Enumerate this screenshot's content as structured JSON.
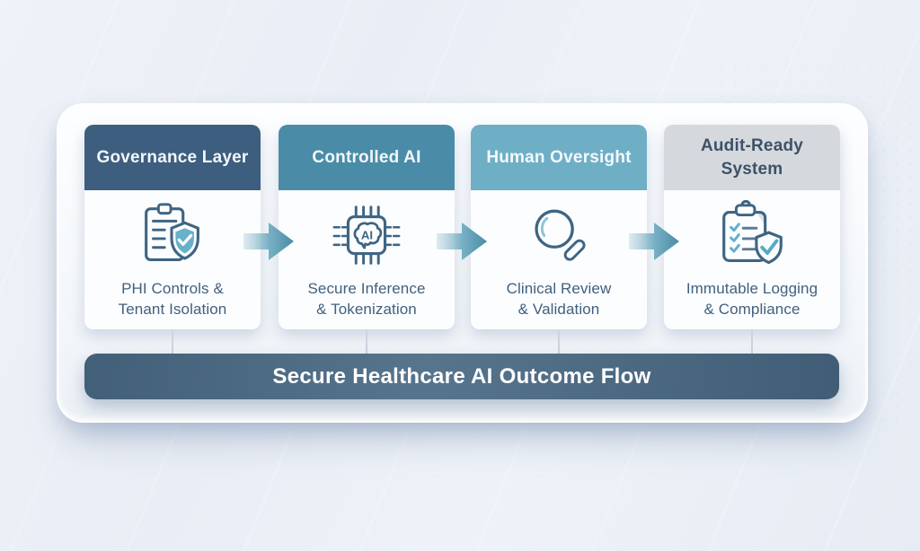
{
  "diagram": {
    "flow_title": "Secure Healthcare AI Outcome Flow",
    "bar_bg": "#4a6a84",
    "bar_fg": "#ffffff",
    "cards": [
      {
        "label": "Governance Layer",
        "caption_line1": "PHI Controls &",
        "caption_line2": "Tenant Isolation",
        "icon": "clipboard-shield-check-icon",
        "header_bg": "#3d5e7e",
        "header_fg": "#f2f7fa"
      },
      {
        "label": "Controlled AI",
        "caption_line1": "Secure Inference",
        "caption_line2": "& Tokenization",
        "icon": "ai-chip-icon",
        "header_bg": "#4a8ca8",
        "header_fg": "#f2f7fa"
      },
      {
        "label": "Human Oversight",
        "caption_line1": "Clinical Review",
        "caption_line2": "& Validation",
        "icon": "magnifier-icon",
        "header_bg": "#6fafc6",
        "header_fg": "#f4f9fb"
      },
      {
        "label": "Audit-Ready System",
        "caption_line1": "Immutable Logging",
        "caption_line2": "& Compliance",
        "icon": "checklist-shield-icon",
        "header_bg": "#d5d9dd",
        "header_fg": "#3d5168"
      }
    ],
    "colors": {
      "arrow_teal": "#4a8ca6",
      "arrow_teal_light": "#aecfdc",
      "icon_outline": "#3e6584",
      "icon_teal": "#67b2ca",
      "caption_text": "#40607f",
      "connector_line": "#ccd4df",
      "page_background": "#e9eef5",
      "panel_background": "#f8fafc"
    }
  }
}
